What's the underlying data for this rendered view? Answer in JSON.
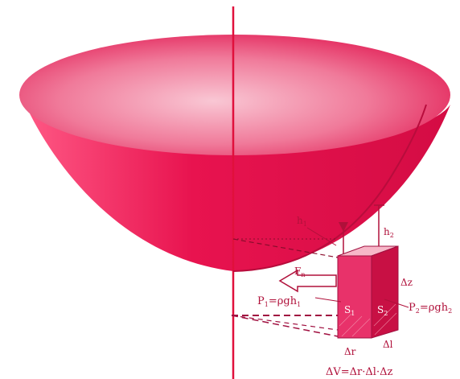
{
  "colors": {
    "bowl_outer": "#e8134f",
    "bowl_inner": "#f07a9a",
    "axis": "#e0103c",
    "block_front": "#e8326a",
    "block_side": "#c81044",
    "block_top": "#f7b7c8",
    "ink": "#b0103a"
  },
  "labels": {
    "h1": {
      "main": "h",
      "sub": "1"
    },
    "h2": {
      "main": "h",
      "sub": "2"
    },
    "fn": {
      "main": "F",
      "sub": "n"
    },
    "dz": "Δz",
    "p1": {
      "main": "P",
      "sub1": "1",
      "mid": "=ρgh",
      "sub2": "1"
    },
    "p2": {
      "main": "P",
      "sub1": "2",
      "mid": "=ρgh",
      "sub2": "2"
    },
    "s1": {
      "main": "S",
      "sub": "1"
    },
    "s2": {
      "main": "S",
      "sub": "2"
    },
    "dr": "Δr",
    "dl": "Δl",
    "dv": "ΔV=Δr·Δl·Δz"
  }
}
